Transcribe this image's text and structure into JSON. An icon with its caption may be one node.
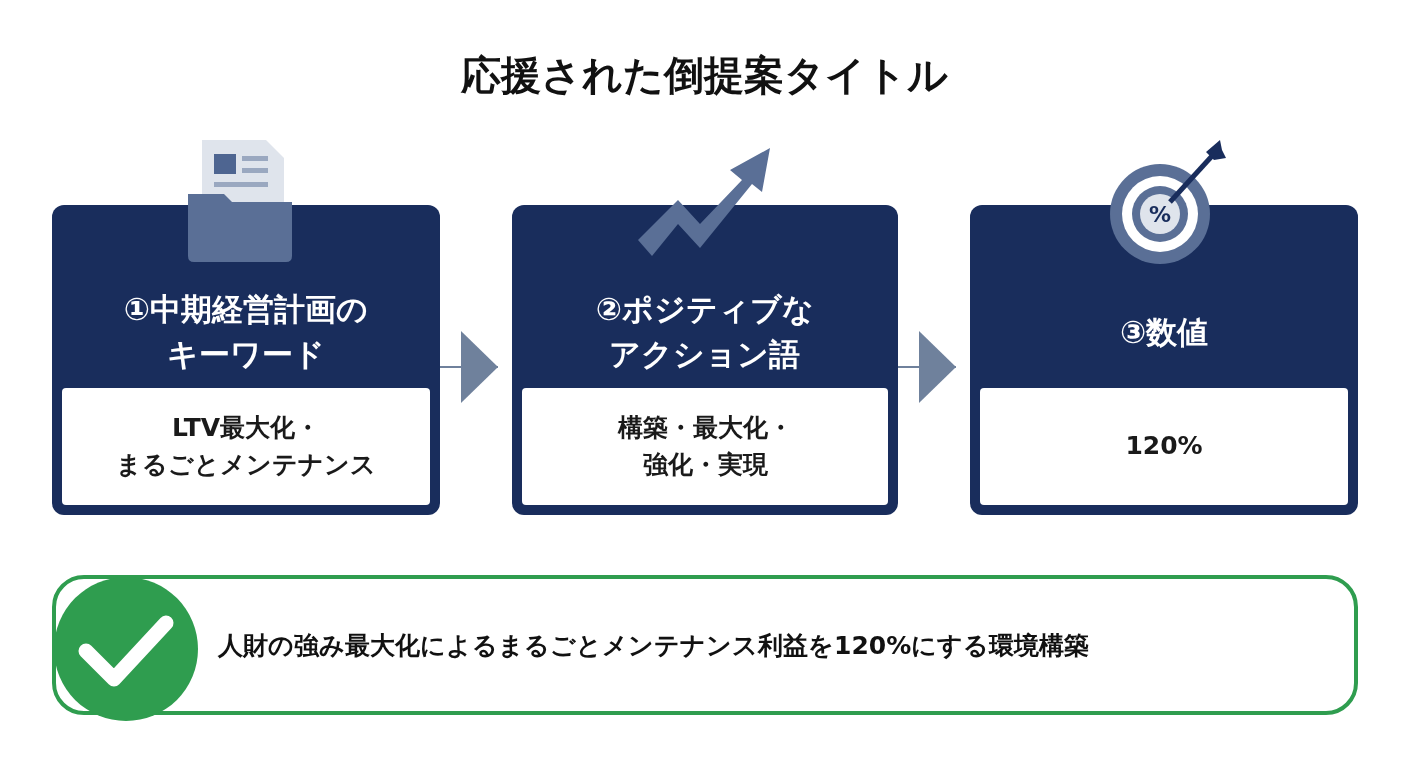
{
  "diagram": {
    "title": "応援された倒提案タイトル",
    "nodes": [
      {
        "text": [
          "①中期経営計画のキーワード"
        ]
      },
      {
        "text": [
          "LTV最大化・まるごとメンテナンス"
        ],
        "in": 0
      },
      {
        "text": [
          "②ポジティブなアクション語"
        ]
      },
      {
        "text": [
          "構築・最大化・強化・実現"
        ],
        "in": 2
      },
      {
        "text": [
          "③数値"
        ]
      },
      {
        "text": [
          "120%"
        ],
        "in": 4
      },
      {
        "text": [
          "人財の強み最大化によるまるごとメンテナンス利益を120%にする環境構築"
        ]
      }
    ],
    "edges": [
      {
        "from": 0,
        "to": 2,
        "arrow": "to"
      },
      {
        "from": 2,
        "to": 4,
        "arrow": "to"
      }
    ],
    "labels": [
      "%"
    ]
  }
}
